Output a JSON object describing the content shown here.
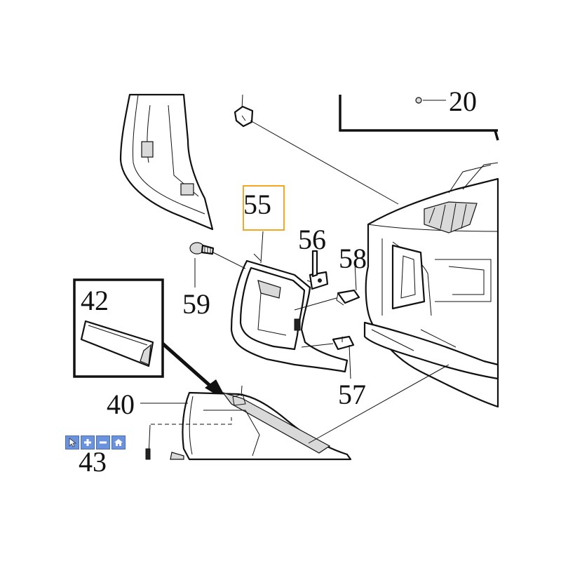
{
  "diagram": {
    "callouts": [
      {
        "id": "20",
        "text": "20"
      },
      {
        "id": "55",
        "text": "55",
        "highlighted": true
      },
      {
        "id": "56",
        "text": "56"
      },
      {
        "id": "58",
        "text": "58"
      },
      {
        "id": "59",
        "text": "59"
      },
      {
        "id": "42",
        "text": "42"
      },
      {
        "id": "57",
        "text": "57"
      },
      {
        "id": "40",
        "text": "40"
      },
      {
        "id": "43",
        "text": "43"
      }
    ],
    "highlight_color": "#f5a623"
  },
  "toolbar": {
    "buttons": [
      {
        "name": "pointer-tool",
        "icon": "cursor-icon"
      },
      {
        "name": "zoom-in",
        "icon": "plus-icon"
      },
      {
        "name": "zoom-out",
        "icon": "minus-icon"
      },
      {
        "name": "home",
        "icon": "home-icon"
      }
    ],
    "button_color": "#6b93dd"
  }
}
